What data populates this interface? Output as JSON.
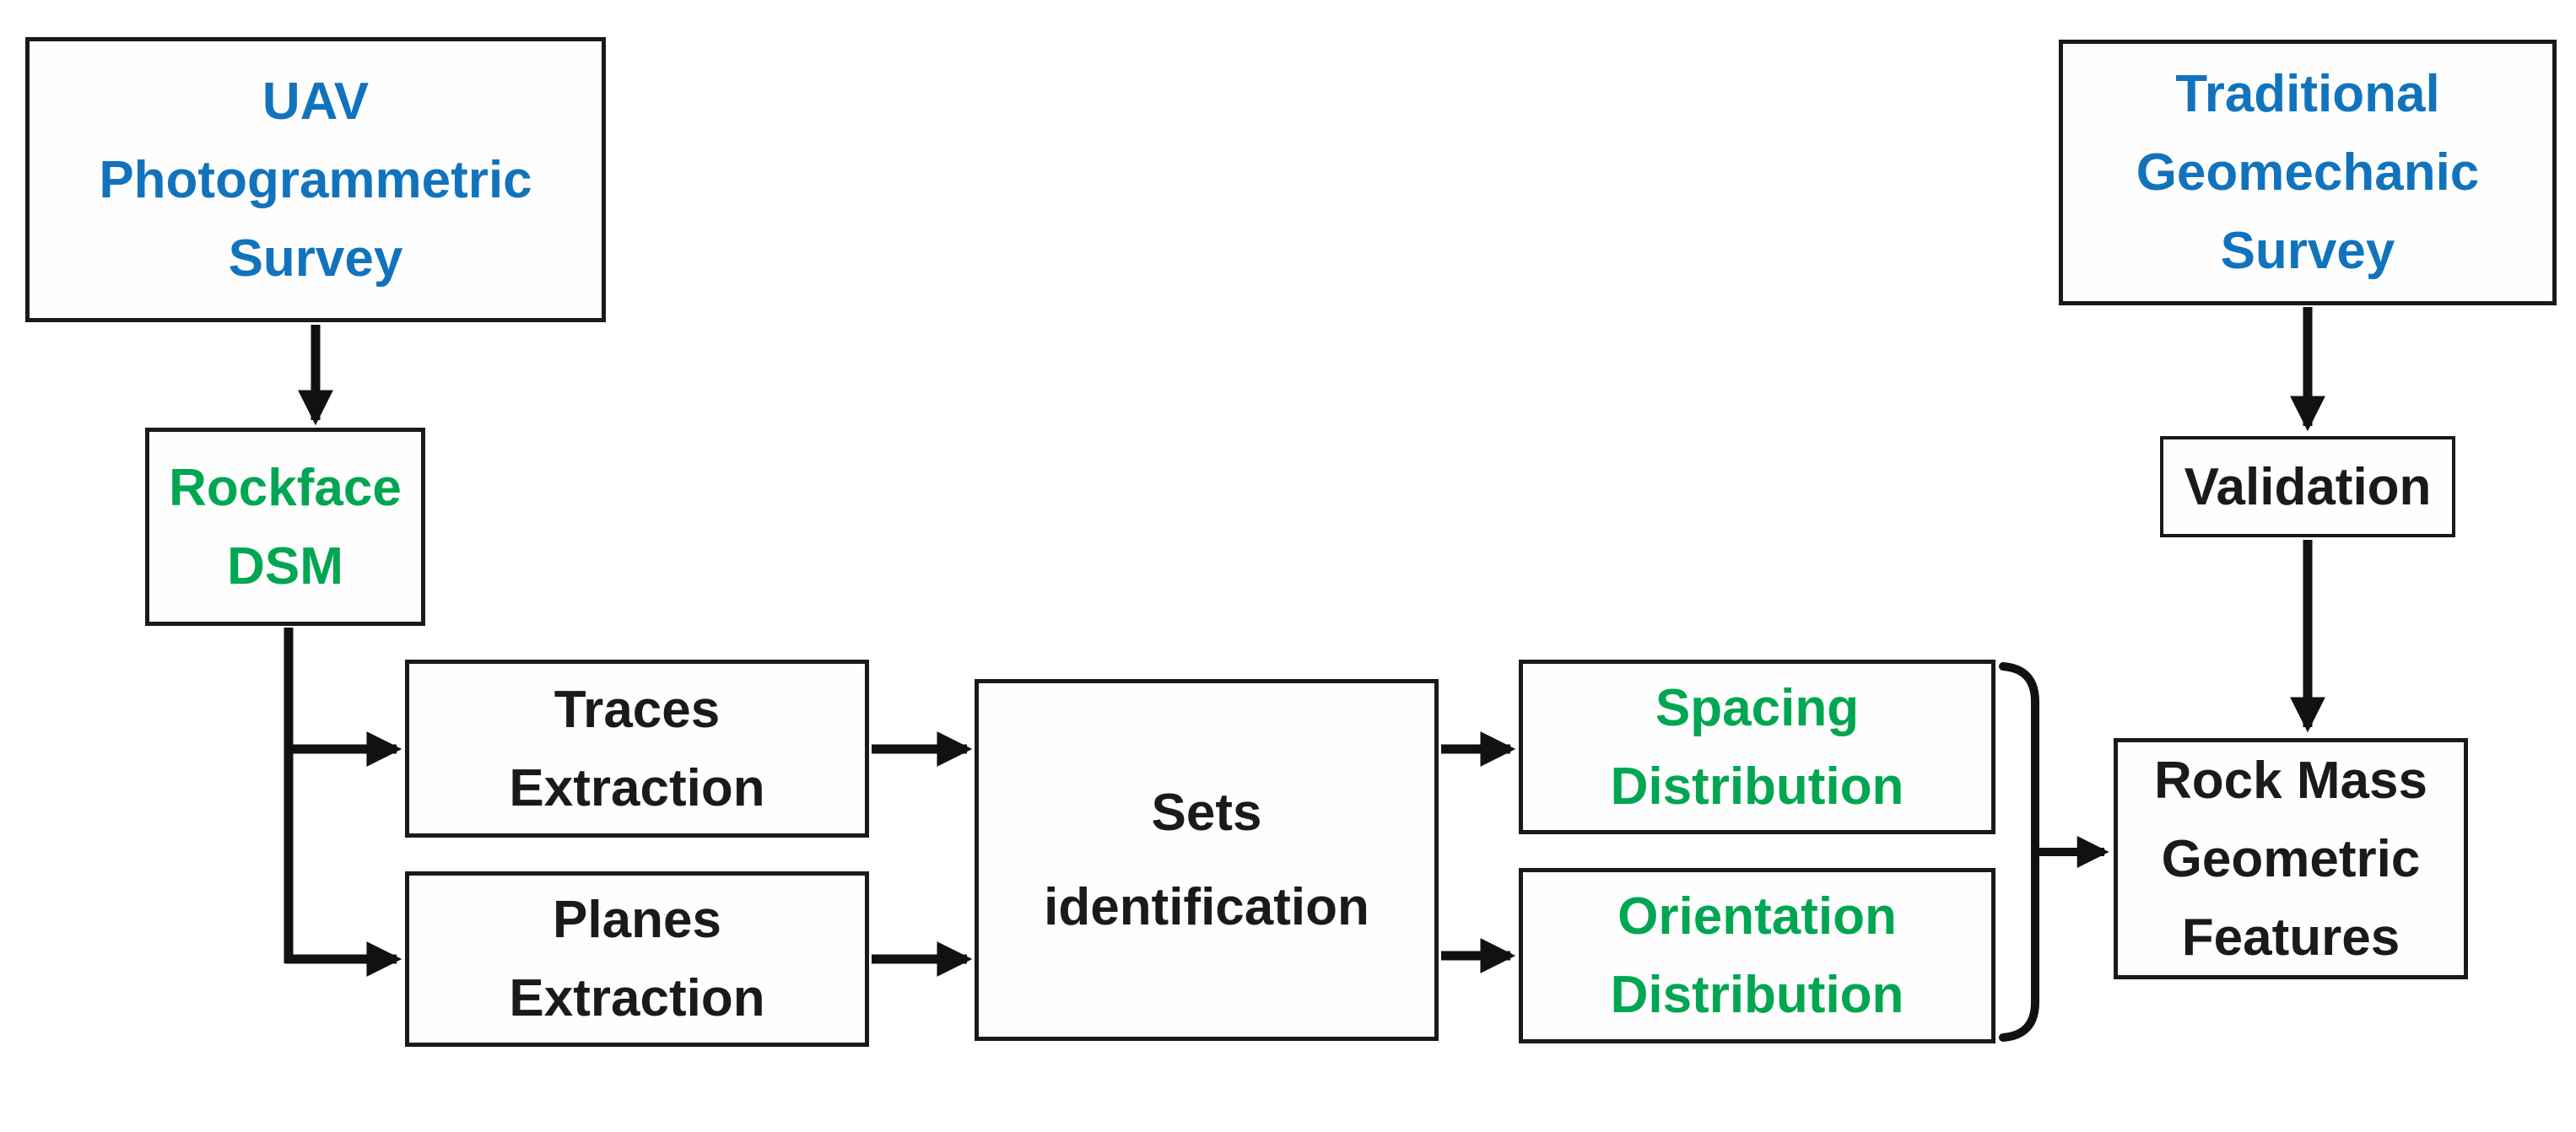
{
  "diagram": {
    "description": "Workflow flowchart comparing UAV photogrammetric survey processing with traditional geomechanic survey validation",
    "background": "#ffffff",
    "colors": {
      "blue": "#1273bd",
      "green": "#00a651",
      "black": "#1a1a1a",
      "line": "#111111",
      "border": "#1a1a1a"
    },
    "nodes": {
      "uav": {
        "label": "UAV\nPhotogrammetric\nSurvey",
        "color": "blue"
      },
      "rockface": {
        "label": "Rockface\nDSM",
        "color": "green"
      },
      "traces": {
        "label": "Traces\nExtraction",
        "color": "black"
      },
      "planes": {
        "label": "Planes\nExtraction",
        "color": "black"
      },
      "sets": {
        "label": "Sets\nidentification",
        "color": "black"
      },
      "spacing": {
        "label": "Spacing\nDistribution",
        "color": "green"
      },
      "orientation": {
        "label": "Orientation\nDistribution",
        "color": "green"
      },
      "traditional": {
        "label": "Traditional\nGeomechanic\nSurvey",
        "color": "blue"
      },
      "validation": {
        "label": "Validation",
        "color": "black"
      },
      "rockmass": {
        "label": "Rock Mass\nGeometric\nFeatures",
        "color": "black"
      }
    },
    "connectors": [
      {
        "from": "uav",
        "to": "rockface",
        "type": "arrow"
      },
      {
        "from": "rockface",
        "to": "traces",
        "type": "arrow"
      },
      {
        "from": "rockface",
        "to": "planes",
        "type": "arrow"
      },
      {
        "from": "traces",
        "to": "sets",
        "type": "arrow"
      },
      {
        "from": "planes",
        "to": "sets",
        "type": "arrow"
      },
      {
        "from": "sets",
        "to": "spacing",
        "type": "arrow"
      },
      {
        "from": "sets",
        "to": "orientation",
        "type": "arrow"
      },
      {
        "from": "spacing",
        "to": "rockmass",
        "type": "bracket-arrow"
      },
      {
        "from": "orientation",
        "to": "rockmass",
        "type": "bracket-arrow"
      },
      {
        "from": "traditional",
        "to": "validation",
        "type": "arrow"
      },
      {
        "from": "validation",
        "to": "rockmass",
        "type": "arrow"
      }
    ]
  }
}
